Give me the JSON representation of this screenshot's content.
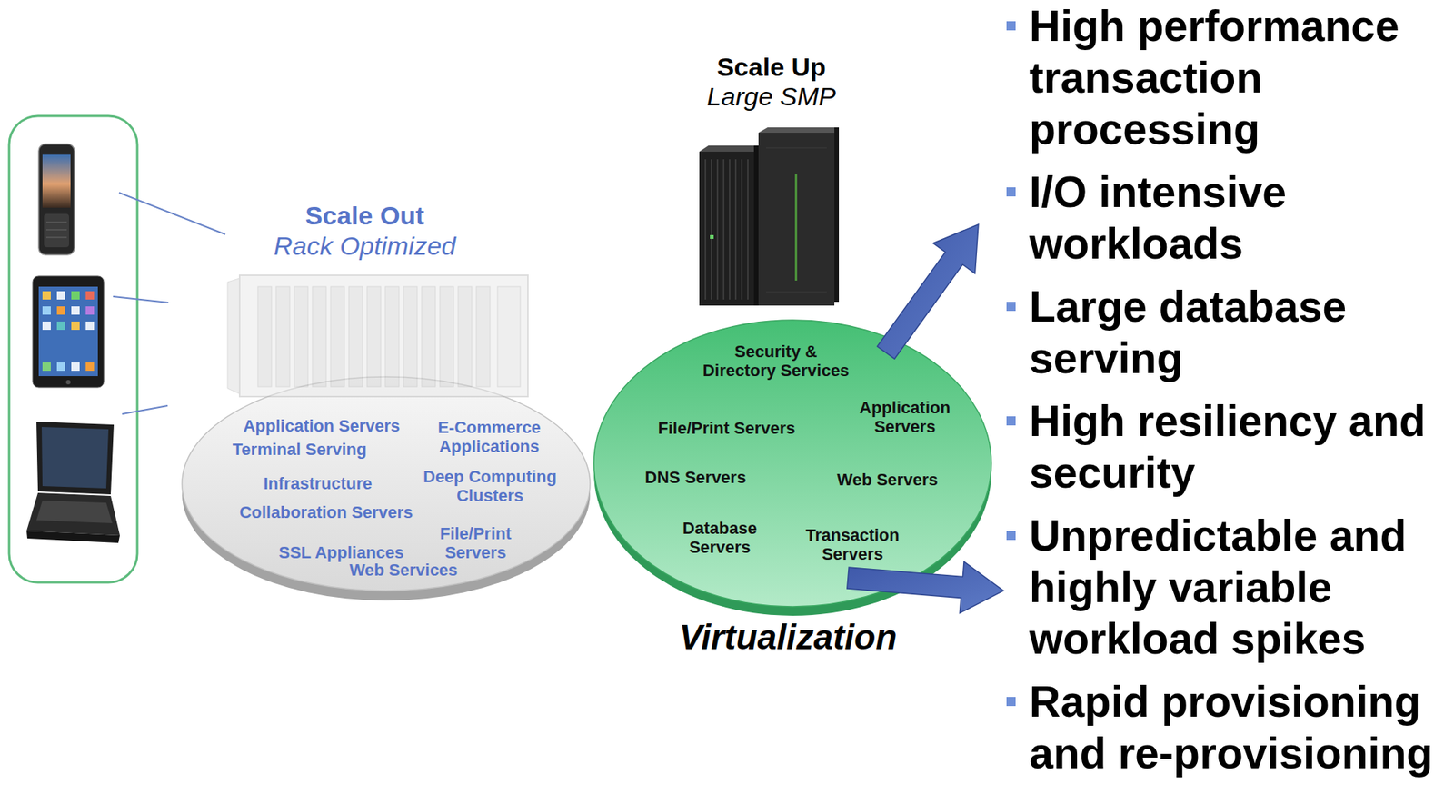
{
  "diagram": {
    "nodes": [
      {
        "text": [
          "Scale Out",
          "Rack Optimized",
          "Application Servers",
          "Terminal Serving",
          "E-Commerce Applications",
          "Infrastructure",
          "Deep Computing Clusters",
          "Collaboration Servers",
          "SSL Appliances",
          "File/Print Servers",
          "Web Services"
        ]
      },
      {
        "text": [
          "Scale Up",
          "Large SMP",
          "Security & Directory Services",
          "Application Servers",
          "File/Print Servers",
          "DNS Servers",
          "Web Servers",
          "Database Servers",
          "Transaction Servers"
        ]
      }
    ],
    "labels": [
      "Virtualization",
      "High performance transaction processing",
      "I/O intensive workloads",
      "Large database serving",
      "High resiliency and security",
      "Unpredictable and highly variable workload spikes",
      "Rapid provisioning and re-provisioning"
    ]
  }
}
